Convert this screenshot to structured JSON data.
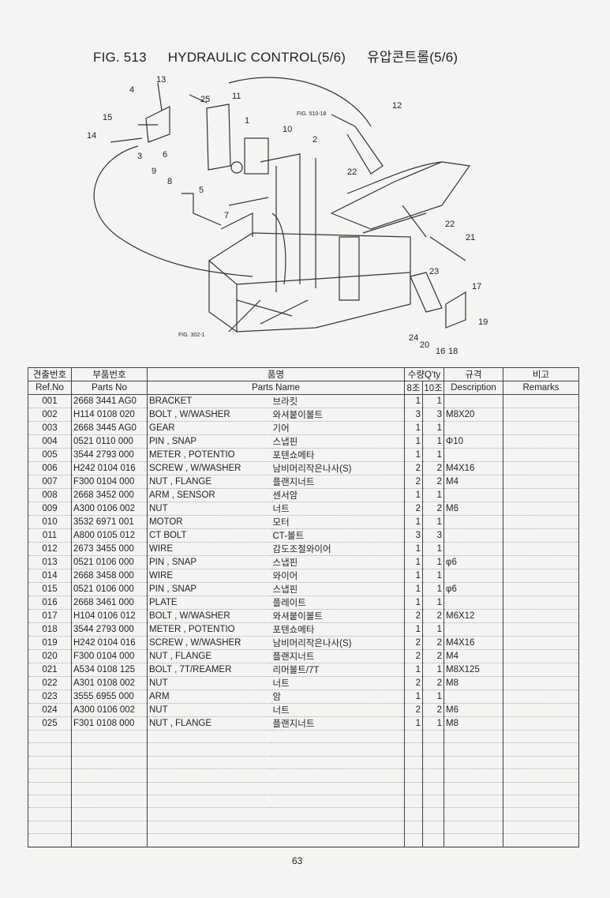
{
  "title": {
    "fig": "FIG. 513",
    "english": "HYDRAULIC CONTROL(5/6)",
    "korean": "유압콘트롤(5/6)"
  },
  "diagram": {
    "callouts": [
      "13",
      "4",
      "25",
      "11",
      "15",
      "1",
      "10",
      "14",
      "3",
      "6",
      "2",
      "12",
      "9",
      "8",
      "5",
      "22",
      "7",
      "22",
      "21",
      "23",
      "17",
      "19",
      "24",
      "20",
      "16",
      "18"
    ],
    "refs": [
      "FIG. 510-18",
      "FIG. 302-1"
    ]
  },
  "table": {
    "header1": {
      "ref": "견출번호",
      "parts_no": "부품번호",
      "name": "품명",
      "qty": "수량Q'ty",
      "desc": "규격",
      "remarks": "비고"
    },
    "header2": {
      "ref": "Ref.No",
      "parts_no": "Parts No",
      "name": "Parts Name",
      "q8": "8조",
      "q10": "10조",
      "desc": "Description",
      "remarks": "Remarks"
    },
    "rows": [
      {
        "ref": "001",
        "no": "2668 3441 AG0",
        "en": "BRACKET",
        "ko": "브라킷",
        "q8": "1",
        "q10": "1",
        "desc": ""
      },
      {
        "ref": "002",
        "no": "H114 0108 020",
        "en": "BOLT , W/WASHER",
        "ko": "와셔붙이볼트",
        "q8": "3",
        "q10": "3",
        "desc": "M8X20"
      },
      {
        "ref": "003",
        "no": "2668 3445 AG0",
        "en": "GEAR",
        "ko": "기어",
        "q8": "1",
        "q10": "1",
        "desc": ""
      },
      {
        "ref": "004",
        "no": "0521 0110 000",
        "en": "PIN , SNAP",
        "ko": "스냅핀",
        "q8": "1",
        "q10": "1",
        "desc": "Φ10"
      },
      {
        "ref": "005",
        "no": "3544 2793 000",
        "en": "METER , POTENTIO",
        "ko": "포텐쇼메타",
        "q8": "1",
        "q10": "1",
        "desc": ""
      },
      {
        "ref": "006",
        "no": "H242 0104 016",
        "en": "SCREW , W/WASHER",
        "ko": "남비머리작은나사(S)",
        "q8": "2",
        "q10": "2",
        "desc": "M4X16"
      },
      {
        "ref": "007",
        "no": "F300 0104 000",
        "en": "NUT , FLANGE",
        "ko": "플랜지너트",
        "q8": "2",
        "q10": "2",
        "desc": "M4"
      },
      {
        "ref": "008",
        "no": "2668 3452 000",
        "en": "ARM , SENSOR",
        "ko": "센서암",
        "q8": "1",
        "q10": "1",
        "desc": ""
      },
      {
        "ref": "009",
        "no": "A300 0106 002",
        "en": "NUT",
        "ko": "너트",
        "q8": "2",
        "q10": "2",
        "desc": "M6"
      },
      {
        "ref": "010",
        "no": "3532 6971 001",
        "en": "MOTOR",
        "ko": "모터",
        "q8": "1",
        "q10": "1",
        "desc": ""
      },
      {
        "ref": "011",
        "no": "A800 0105 012",
        "en": "CT BOLT",
        "ko": "CT-볼트",
        "q8": "3",
        "q10": "3",
        "desc": ""
      },
      {
        "ref": "012",
        "no": "2673 3455 000",
        "en": "WIRE",
        "ko": "감도조절와이어",
        "q8": "1",
        "q10": "1",
        "desc": ""
      },
      {
        "ref": "013",
        "no": "0521 0106 000",
        "en": "PIN , SNAP",
        "ko": "스냅핀",
        "q8": "1",
        "q10": "1",
        "desc": "φ6"
      },
      {
        "ref": "014",
        "no": "2668 3458 000",
        "en": "WIRE",
        "ko": "와이어",
        "q8": "1",
        "q10": "1",
        "desc": ""
      },
      {
        "ref": "015",
        "no": "0521 0106 000",
        "en": "PIN , SNAP",
        "ko": "스냅핀",
        "q8": "1",
        "q10": "1",
        "desc": "φ6"
      },
      {
        "ref": "016",
        "no": "2668 3461 000",
        "en": "PLATE",
        "ko": "플레이트",
        "q8": "1",
        "q10": "1",
        "desc": ""
      },
      {
        "ref": "017",
        "no": "H104 0106 012",
        "en": "BOLT , W/WASHER",
        "ko": "와셔붙이볼트",
        "q8": "2",
        "q10": "2",
        "desc": "M6X12"
      },
      {
        "ref": "018",
        "no": "3544 2793 000",
        "en": "METER , POTENTIO",
        "ko": "포텐쇼메타",
        "q8": "1",
        "q10": "1",
        "desc": ""
      },
      {
        "ref": "019",
        "no": "H242 0104 016",
        "en": "SCREW , W/WASHER",
        "ko": "남비머리작은나사(S)",
        "q8": "2",
        "q10": "2",
        "desc": "M4X16"
      },
      {
        "ref": "020",
        "no": "F300 0104 000",
        "en": "NUT , FLANGE",
        "ko": "플랜지너트",
        "q8": "2",
        "q10": "2",
        "desc": "M4"
      },
      {
        "ref": "021",
        "no": "A534 0108 125",
        "en": "BOLT , 7T/REAMER",
        "ko": "리머볼트/7T",
        "q8": "1",
        "q10": "1",
        "desc": "M8X125"
      },
      {
        "ref": "022",
        "no": "A301 0108 002",
        "en": "NUT",
        "ko": "너트",
        "q8": "2",
        "q10": "2",
        "desc": "M8"
      },
      {
        "ref": "023",
        "no": "3555 6955 000",
        "en": "ARM",
        "ko": "암",
        "q8": "1",
        "q10": "1",
        "desc": ""
      },
      {
        "ref": "024",
        "no": "A300 0106 002",
        "en": "NUT",
        "ko": "너트",
        "q8": "2",
        "q10": "2",
        "desc": "M6"
      },
      {
        "ref": "025",
        "no": "F301 0108 000",
        "en": "NUT , FLANGE",
        "ko": "플랜지너트",
        "q8": "1",
        "q10": "1",
        "desc": "M8"
      }
    ]
  },
  "page_number": "63"
}
